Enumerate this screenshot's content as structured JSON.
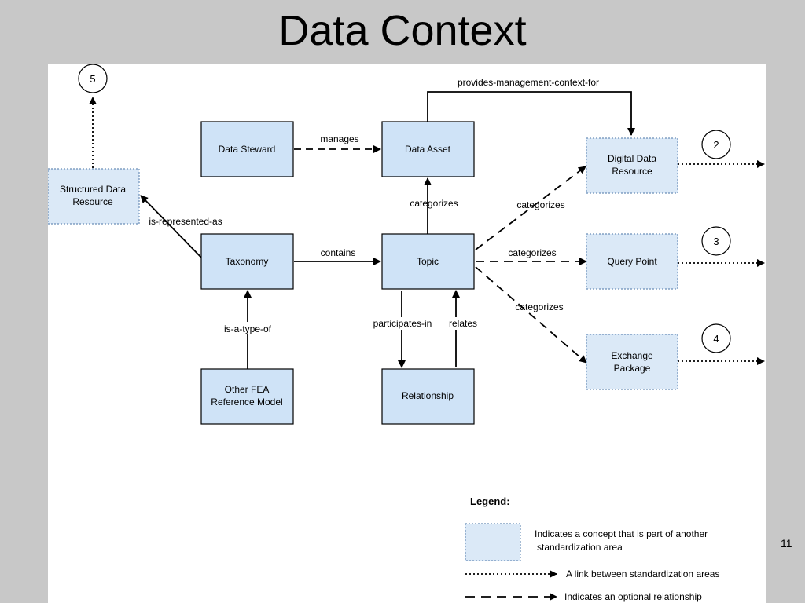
{
  "title": "Data Context",
  "page_number": "11",
  "nodes": {
    "data_steward": "Data Steward",
    "data_asset": "Data Asset",
    "digital_data_resource": [
      "Digital Data",
      "Resource"
    ],
    "structured_data_resource": [
      "Structured Data",
      "Resource"
    ],
    "taxonomy": "Taxonomy",
    "topic": "Topic",
    "query_point": "Query Point",
    "exchange_package": [
      "Exchange",
      "Package"
    ],
    "other_fea": [
      "Other FEA",
      "Reference Model"
    ],
    "relationship": "Relationship"
  },
  "circles": {
    "c5": "5",
    "c2": "2",
    "c3": "3",
    "c4": "4"
  },
  "edges": {
    "provides": "provides-management-context-for",
    "manages": "manages",
    "categorizes_asset": "categorizes",
    "categorizes_digital": "categorizes",
    "categorizes_query": "categorizes",
    "categorizes_exchange": "categorizes",
    "is_represented_as": "is-represented-as",
    "contains": "contains",
    "is_a_type_of": "is-a-type-of",
    "participates_in": "participates-in",
    "relates": "relates"
  },
  "legend": {
    "title": "Legend:",
    "concept": [
      "Indicates a concept that is part of another",
      "standardization area"
    ],
    "link": "A link between standardization areas",
    "optional": "Indicates an optional relationship"
  },
  "colors": {
    "node_fill": "#cfe3f7",
    "external_fill": "#dbe9f7",
    "line": "#000000"
  }
}
